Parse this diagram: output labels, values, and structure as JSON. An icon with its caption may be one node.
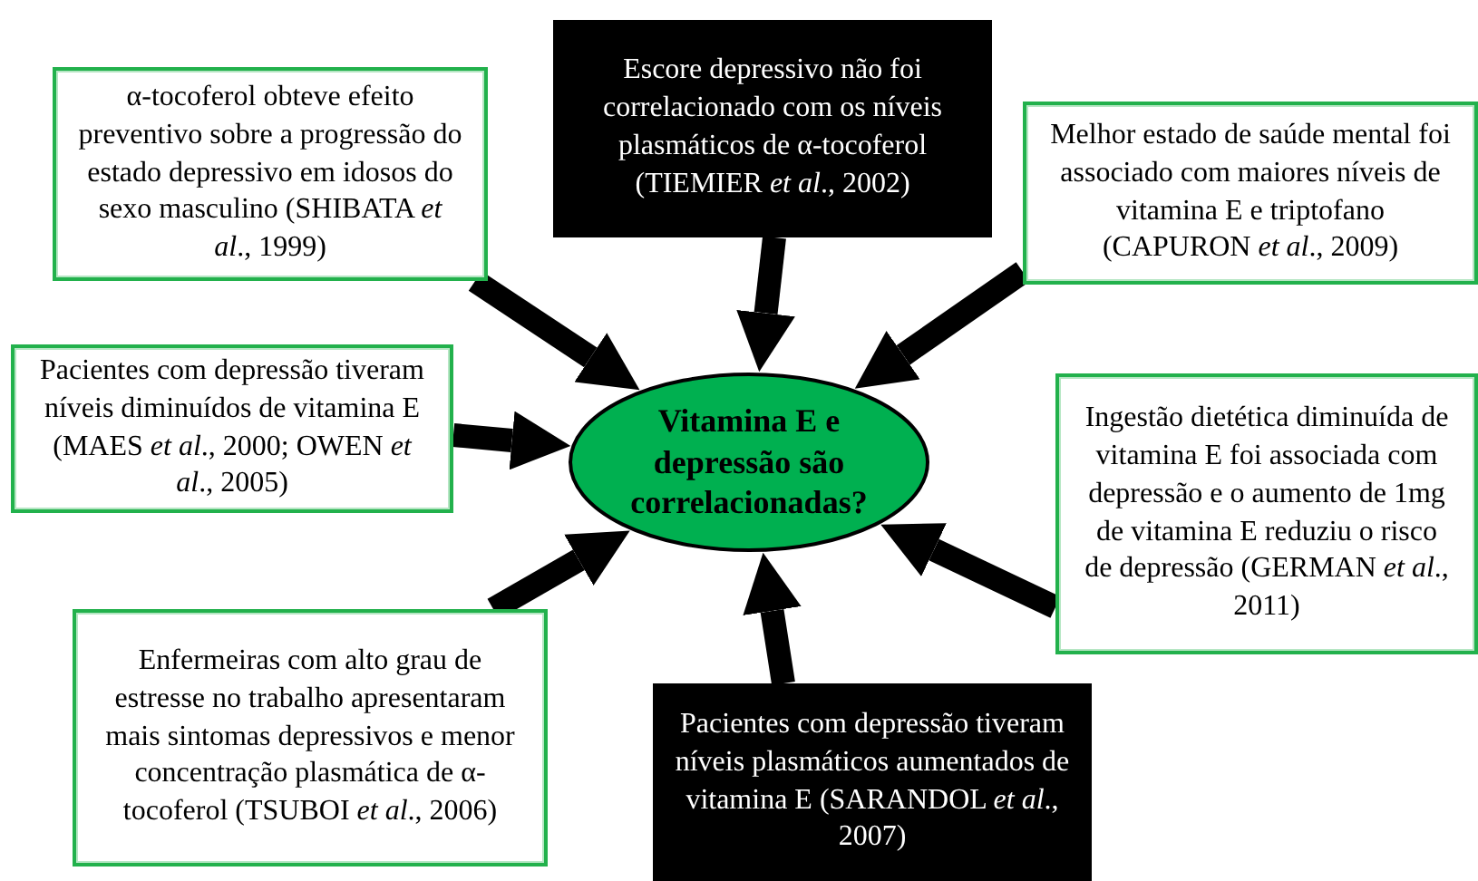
{
  "diagram": {
    "nodes": [
      {
        "text": [
          "α-tocoferol obteve efeito preventivo sobre a progressão do estado depressivo em idosos do sexo masculino (SHIBATA *et al*., 1999)"
        ]
      },
      {
        "text": [
          "Escore depressivo não foi correlacionado com os níveis plasmáticos de α-tocoferol (TIEMIER *et al*., 2002)"
        ]
      },
      {
        "text": [
          "Melhor estado de saúde mental foi associado com maiores níveis de vitamina E e triptofano (CAPURON *et al*., 2009)"
        ]
      },
      {
        "text": [
          "Pacientes com depressão tiveram níveis diminuídos de vitamina E (MAES *et al*., 2000; OWEN *et al*., 2005)"
        ]
      },
      {
        "text": [
          "Vitamina E e depressão são correlacionadas?"
        ]
      },
      {
        "text": [
          "Ingestão dietética diminuída de vitamina E foi associada com depressão e o aumento de 1mg de vitamina E reduziu o risco de depressão (GERMAN *et al*., 2011)"
        ]
      },
      {
        "text": [
          "Enfermeiras com alto grau de estresse no trabalho apresentaram mais sintomas depressivos e menor concentração plasmática de α-tocoferol (TSUBOI *et al*., 2006)"
        ]
      },
      {
        "text": [
          "Pacientes com depressão tiveram níveis plasmáticos aumentados de vitamina E (SARANDOL *et al*., 2007)"
        ]
      }
    ],
    "edges": [
      {
        "from": 0,
        "to": 4,
        "arrow": "to"
      },
      {
        "from": 1,
        "to": 4,
        "arrow": "to"
      },
      {
        "from": 2,
        "to": 4,
        "arrow": "to"
      },
      {
        "from": 3,
        "to": 4,
        "arrow": "to"
      },
      {
        "from": 5,
        "to": 4,
        "arrow": "to"
      },
      {
        "from": 6,
        "to": 4,
        "arrow": "to"
      },
      {
        "from": 7,
        "to": 4,
        "arrow": "to"
      }
    ]
  }
}
